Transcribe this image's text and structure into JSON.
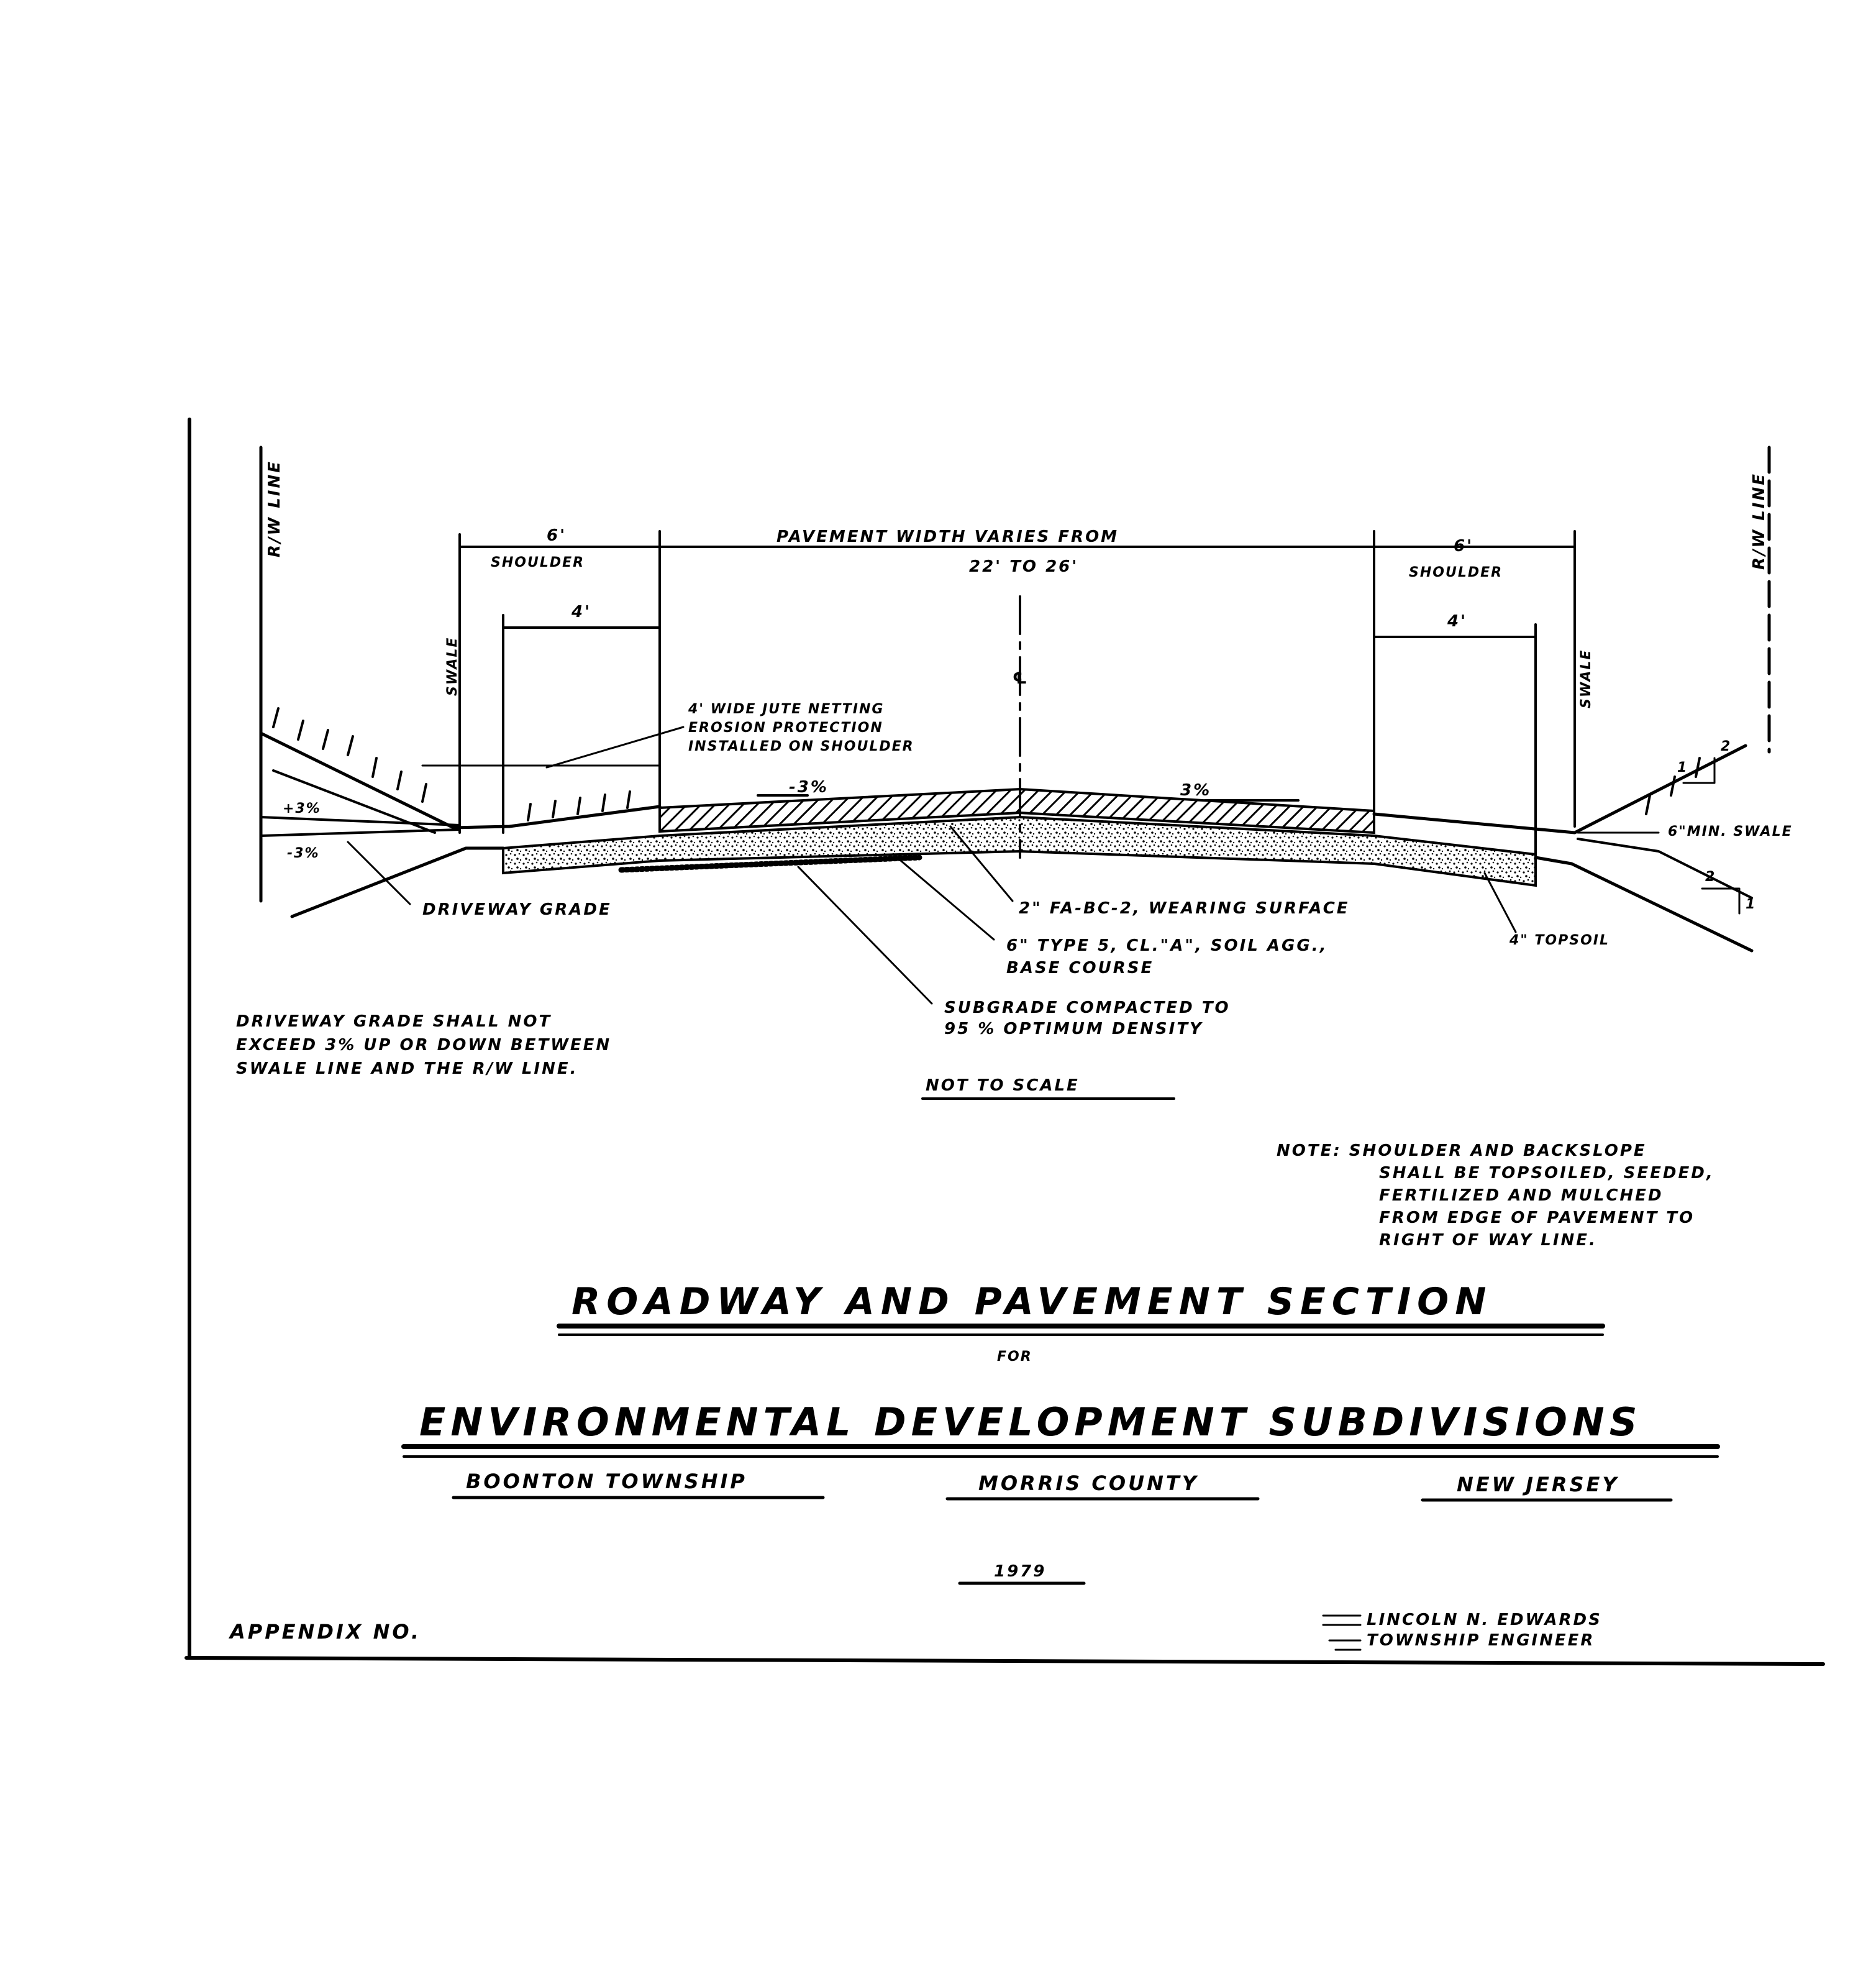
{
  "drawing": {
    "rw_line_left": "R/W LINE",
    "rw_line_right": "R/W LINE",
    "swale_left": "SWALE",
    "swale_right": "SWALE",
    "shoulder_width_left": "6'",
    "shoulder_label_left": "SHOULDER",
    "pavement_width_line1": "PAVEMENT WIDTH VARIES FROM",
    "pavement_width_line2": "22' TO 26'",
    "shoulder_width_right": "6'",
    "shoulder_label_right": "SHOULDER",
    "netting_width_left": "4'",
    "netting_width_right": "4'",
    "centerline_symbol": "℄",
    "netting_note": [
      "4' WIDE JUTE NETTING",
      "EROSION PROTECTION",
      "INSTALLED ON SHOULDER"
    ],
    "slope_left": "-3%",
    "slope_right": "3%",
    "driveway_slope_up": "+3%",
    "driveway_slope_down": "-3%",
    "driveway_grade": "DRIVEWAY GRADE",
    "wearing_surface": "2\" FA-BC-2, WEARING SURFACE",
    "base_course": [
      "6\" TYPE 5, CL.\"A\", SOIL AGG.,",
      "BASE COURSE"
    ],
    "subgrade": [
      "SUBGRADE COMPACTED TO",
      "95 % OPTIMUM DENSITY"
    ],
    "topsoil": "4\" TOPSOIL",
    "swale_min": "6\"MIN. SWALE",
    "backslope_upper_run": "2",
    "backslope_upper_rise": "1",
    "backslope_lower_run": "2",
    "backslope_lower_rise": "1",
    "driveway_note": [
      "DRIVEWAY GRADE SHALL NOT",
      "EXCEED 3% UP OR DOWN BETWEEN",
      "SWALE LINE AND THE R/W LINE."
    ],
    "not_to_scale": "NOT TO SCALE",
    "shoulder_note": [
      "NOTE: SHOULDER AND BACKSLOPE",
      "SHALL BE TOPSOILED, SEEDED,",
      "FERTILIZED AND MULCHED",
      "FROM EDGE OF PAVEMENT TO",
      "RIGHT OF WAY LINE."
    ]
  },
  "title_block": {
    "title": "ROADWAY AND PAVEMENT SECTION",
    "for": "FOR",
    "subtitle": "ENVIRONMENTAL DEVELOPMENT SUBDIVISIONS",
    "township": "BOONTON TOWNSHIP",
    "county": "MORRIS COUNTY",
    "state": "NEW JERSEY",
    "year": "1979",
    "appendix": "APPENDIX NO.",
    "engineer_name": "LINCOLN N. EDWARDS",
    "engineer_title": "TOWNSHIP ENGINEER"
  }
}
